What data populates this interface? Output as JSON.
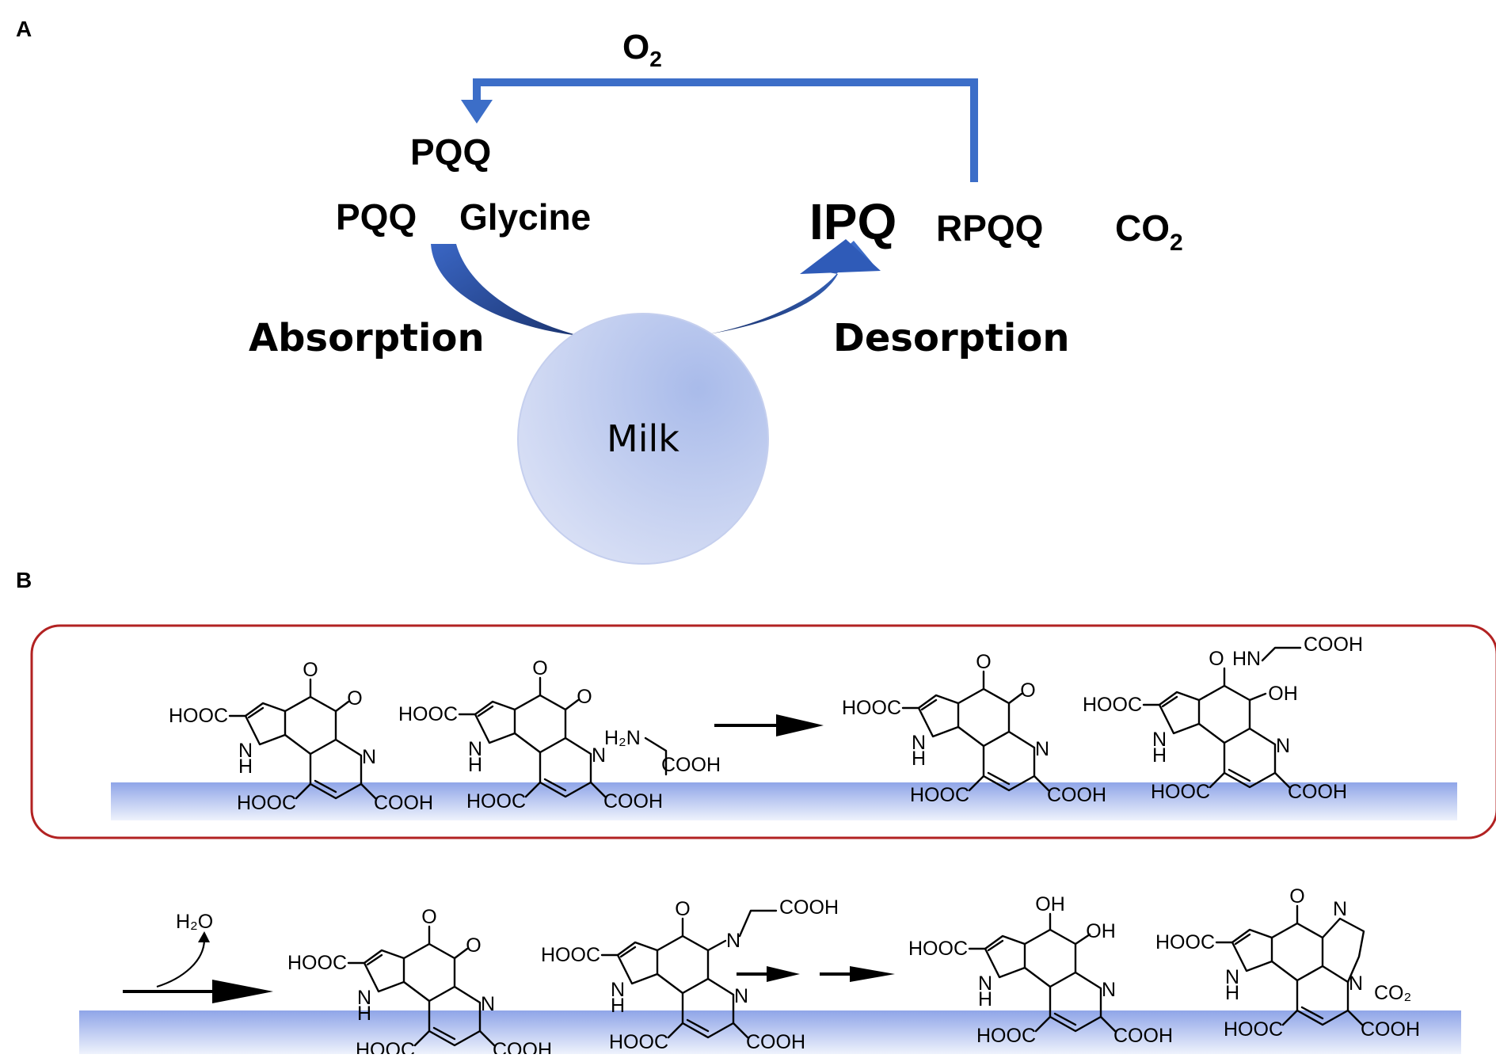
{
  "panel_a": {
    "label": "A",
    "o2": "O",
    "o2_sub": "2",
    "pqq_top": "PQQ",
    "pqq": "PQQ",
    "glycine": "Glycine",
    "ipq": "IPQ",
    "rpqq": "RPQQ",
    "co2": "CO",
    "co2_sub": "2",
    "absorption": "Absorption",
    "desorption": "Desorption",
    "milk": "Milk"
  },
  "panel_b": {
    "label": "B",
    "chem": {
      "hooc": "HOOC",
      "cooh": "COOH",
      "nh": "N",
      "h": "H",
      "n": "N",
      "o": "O",
      "oh": "OH",
      "hn": "HN",
      "h2n": "H₂N",
      "h2o": "H₂O",
      "co2": "CO₂"
    }
  },
  "colors": {
    "arrow_blue": "#3c6ec8",
    "curve_dark": "#1e3a78",
    "milk_light": "#dfe4f6",
    "milk_dark": "#a9bbea",
    "surface_top": "#8fa5e8",
    "surface_bottom": "#eef2fc",
    "box_border": "#b22222"
  }
}
